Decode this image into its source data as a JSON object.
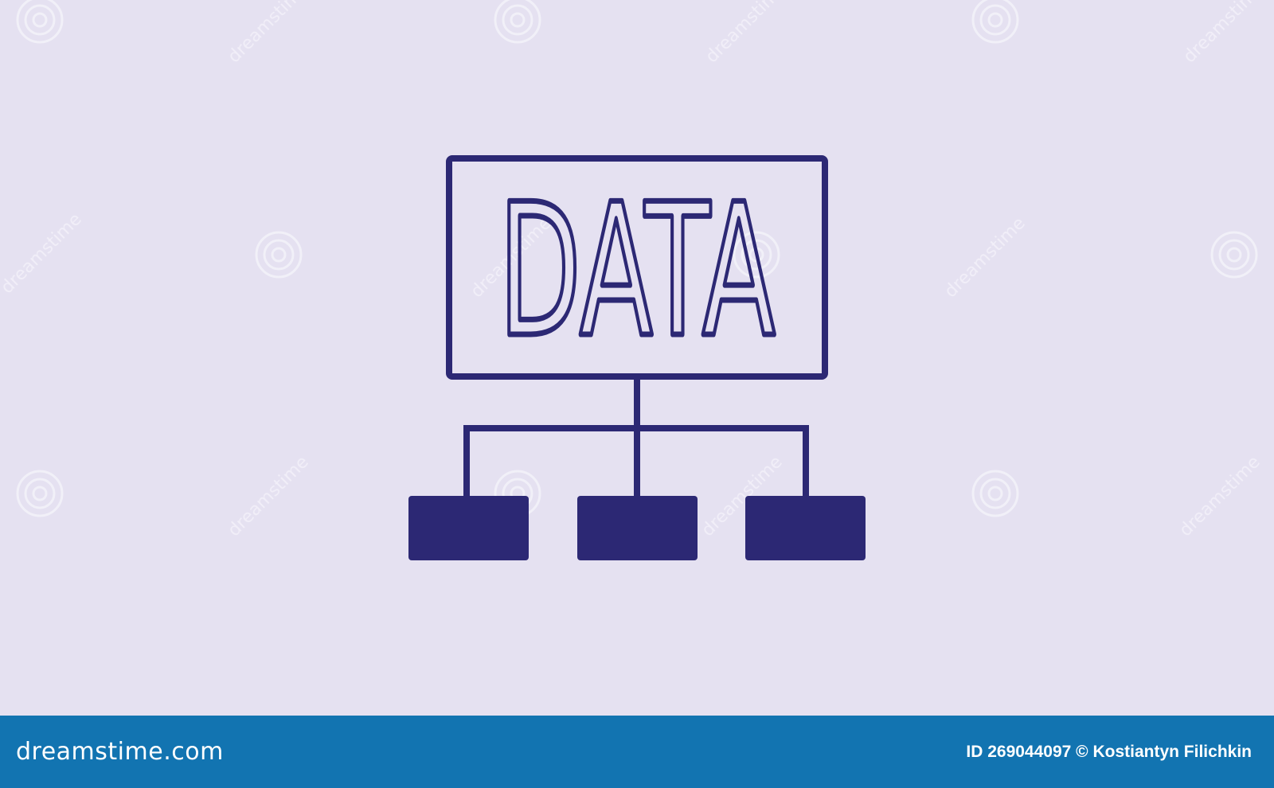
{
  "illustration": {
    "label_text": "DATA",
    "icon_color": "#2c2874",
    "background_color": "#e5e1f1"
  },
  "watermark": {
    "text": "dreamstime",
    "logo_icon": "spiral-logo-icon"
  },
  "footer": {
    "brand": "dreamstime.com",
    "credit": "ID 269044097 © Kostiantyn Filichkin",
    "background_color": "#1274b1"
  }
}
